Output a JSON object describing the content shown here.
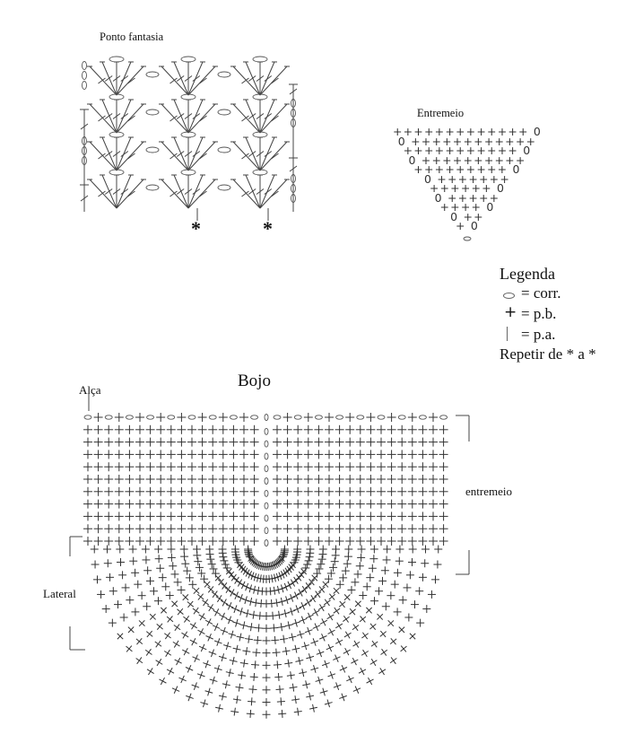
{
  "ponto_fantasia": {
    "title": "Ponto fantasia",
    "repeat_mark": "*",
    "fan_rows": 4,
    "fan_cols": 3
  },
  "entremeio_chart": {
    "title": "Entremeio",
    "rows": [
      "+++++++++++++ 0",
      "0 ++++++++++++",
      "+++++++++++ 0",
      "0 ++++++++++",
      "+++++++++ 0",
      "0 +++++++",
      "++++++ 0",
      "0 +++++",
      "++++ 0",
      "0 ++",
      "+ 0"
    ]
  },
  "legend": {
    "title": "Legenda",
    "items": [
      {
        "symbol": "chain",
        "label": "= corr."
      },
      {
        "symbol": "+",
        "label": "= p.b."
      },
      {
        "symbol": "dc",
        "label": "= p.a."
      }
    ],
    "repeat": "Repetir de * a *"
  },
  "bojo": {
    "title": "Bojo",
    "alca_label": "Alça",
    "entremeio_label": "entremeio",
    "lateral_label": "Lateral",
    "grid_rows": 11,
    "stitches_per_side": 17,
    "fan_rays": 35
  },
  "colors": {
    "ink": "#111111",
    "line": "#555555"
  }
}
